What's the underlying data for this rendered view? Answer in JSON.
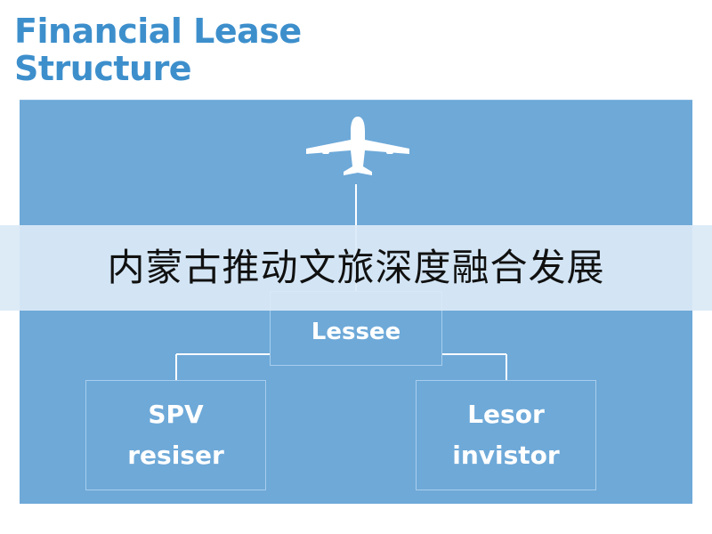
{
  "title": {
    "line1": "Financial Lease",
    "line2": "Structure"
  },
  "diagram": {
    "icon": "airplane-icon",
    "nodes": {
      "lessee": {
        "label": "Lessee"
      },
      "spv": {
        "line1": "SPV",
        "line2": "resiser"
      },
      "lessor": {
        "line1": "Lesor",
        "line2": "invistor"
      }
    }
  },
  "banner": {
    "text": "内蒙古推动文旅深度融合发展"
  },
  "colors": {
    "title": "#3d8fcc",
    "panel": "#6ea9d8",
    "node_border": "#a9cdec",
    "banner_background": "#dae9f6",
    "text_light": "#ffffff",
    "text_dark": "#111111"
  }
}
